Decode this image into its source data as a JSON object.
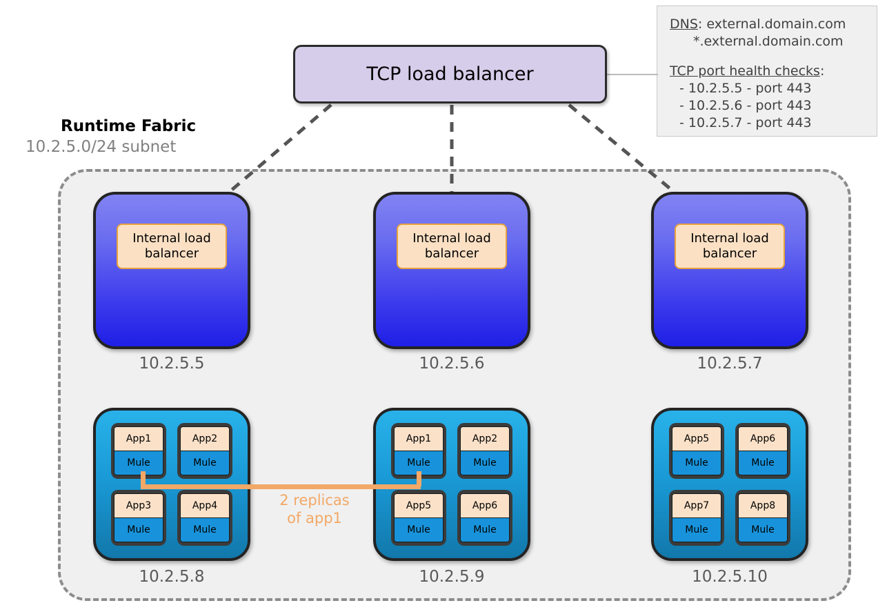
{
  "legend": {
    "dns_label": "DNS",
    "dns_colon": ":",
    "dns_value": "external.domain.com",
    "dns_wildcard": "*.external.domain.com",
    "health_title": "TCP port health checks",
    "health_colon": ":",
    "health_checks": [
      "- 10.2.5.5 - port 443",
      "- 10.2.5.6 - port 443",
      "- 10.2.5.7 - port 443"
    ]
  },
  "tcp_load_balancer": {
    "label": "TCP load balancer"
  },
  "fabric": {
    "title": "Runtime Fabric",
    "subnet": "10.2.5.0/24 subnet"
  },
  "ilb_nodes": [
    {
      "label": "Internal load balancer",
      "ip": "10.2.5.5"
    },
    {
      "label": "Internal load balancer",
      "ip": "10.2.5.6"
    },
    {
      "label": "Internal load balancer",
      "ip": "10.2.5.7"
    }
  ],
  "worker_nodes": [
    {
      "ip": "10.2.5.8",
      "pods": [
        {
          "app": "App1",
          "runtime": "Mule"
        },
        {
          "app": "App2",
          "runtime": "Mule"
        },
        {
          "app": "App3",
          "runtime": "Mule"
        },
        {
          "app": "App4",
          "runtime": "Mule"
        }
      ]
    },
    {
      "ip": "10.2.5.9",
      "pods": [
        {
          "app": "App1",
          "runtime": "Mule"
        },
        {
          "app": "App2",
          "runtime": "Mule"
        },
        {
          "app": "App5",
          "runtime": "Mule"
        },
        {
          "app": "App6",
          "runtime": "Mule"
        }
      ]
    },
    {
      "ip": "10.2.5.10",
      "pods": [
        {
          "app": "App5",
          "runtime": "Mule"
        },
        {
          "app": "App6",
          "runtime": "Mule"
        },
        {
          "app": "App7",
          "runtime": "Mule"
        },
        {
          "app": "App8",
          "runtime": "Mule"
        }
      ]
    }
  ],
  "replica_annotation": {
    "line1": "2 replicas",
    "line2": "of app1"
  },
  "colors": {
    "accent_orange": "#f2a866",
    "tcp_lb_fill": "#d6cdea",
    "ilb_gradient_top": "#8183f2",
    "ilb_gradient_bottom": "#1f1fe6",
    "worker_gradient_top": "#29b2ea",
    "worker_gradient_bottom": "#1278ab",
    "pod_app_fill": "#fae1c8",
    "pod_mule_fill": "#1893db",
    "fabric_fill": "#f0f0f0",
    "dashed_connector": "#555555",
    "ip_text": "#58595b"
  }
}
